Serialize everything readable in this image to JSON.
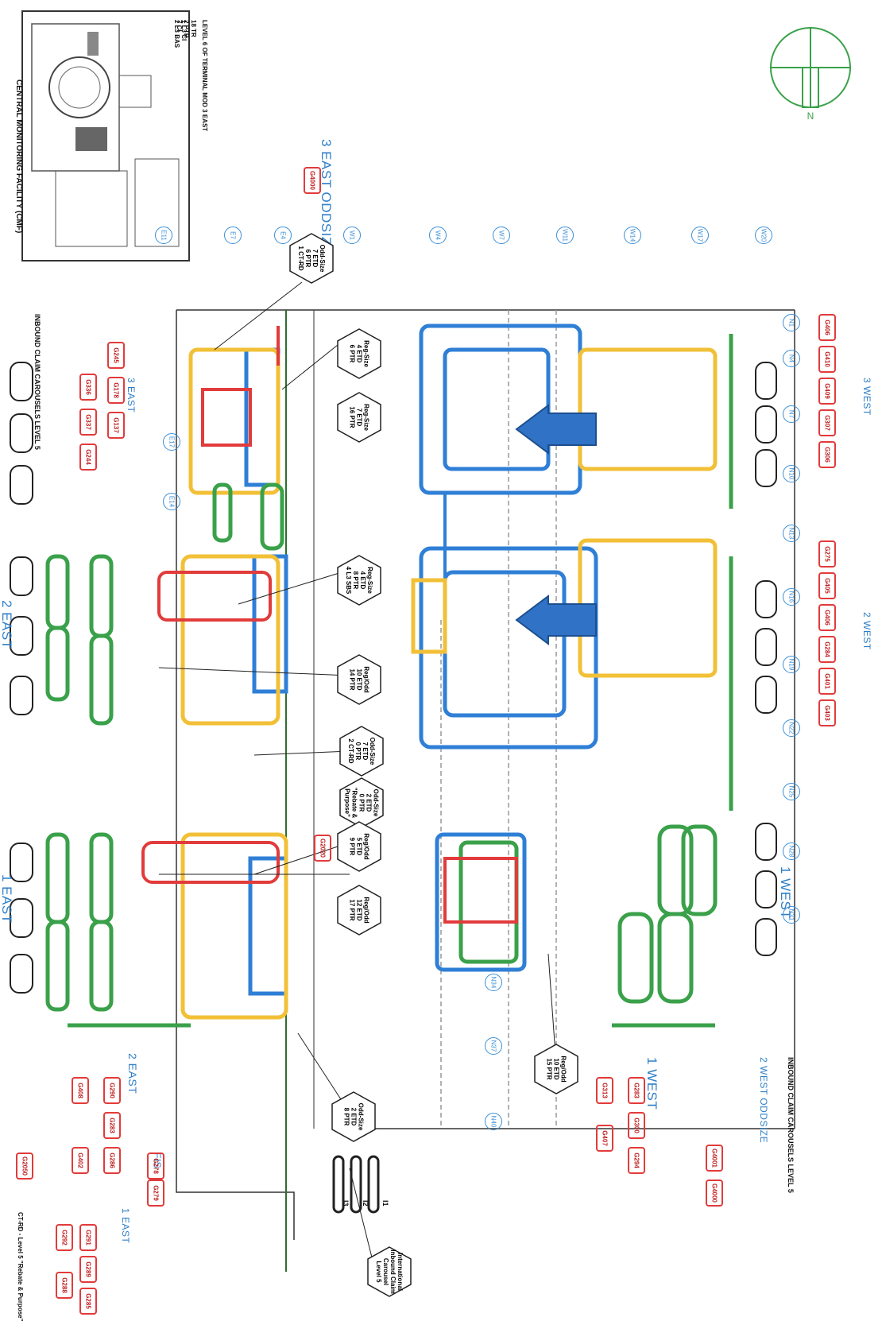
{
  "inset": {
    "caption": "CENTRAL MONITORING FACILITY (CMF)",
    "level_note": "LEVEL 6 OF TERMINAL MOD 3 EAST",
    "counts_right": "18 TR\n2 PTR\n7 CI",
    "counts_left": "1 L3 CI\n2 L3 BAS"
  },
  "headers": {
    "east3_oddsize": "3 EAST ODDSIZE",
    "west2_oddsize": "2 WEST ODDSIZE",
    "east3": "3 EAST",
    "east2": "2 EAST",
    "east1": "1 EAST",
    "west1": "1 WEST",
    "west1_b": "1 WEST",
    "west2": "2 WEST",
    "west3": "3 WEST",
    "fis": "FIS",
    "east1_b": "1 EAST",
    "east2_b": "2 EAST",
    "inbound_left": "INBOUND CLAIM CAROUSELS LEVEL 5",
    "inbound_right": "INBOUND CLAIM CAROUSELS LEVEL 5",
    "ct_rd": "CT-RD - Level 5 \"Rebate & Purpose\""
  },
  "grid_labels": [
    "E11",
    "E7",
    "E4",
    "W1",
    "W4",
    "W7",
    "W11",
    "W14",
    "W17",
    "W20"
  ],
  "grid_top": [
    "N1",
    "N4",
    "N7",
    "N10",
    "N13",
    "N16",
    "N19",
    "N22",
    "N25",
    "N28",
    "N31",
    "N34",
    "N37",
    "N40"
  ],
  "grid_bottom": [
    "E17",
    "E14"
  ],
  "hexagons": [
    {
      "text": "Odd-Size\n7 ETD\n6 PTR\n1 CT-RD"
    },
    {
      "text": "Reg-Size\n4 ETD\n6 PTR"
    },
    {
      "text": "Reg-Size\n7 ETD\n16 PTR"
    },
    {
      "text": "Reg-Size\n4 ETD\n8 PTR\n4 L3 SBS"
    },
    {
      "text": "Reg/Odd\n10 ETD\n14 PTR"
    },
    {
      "text": "Odd-Size\n7 ETD\n0 PTR\n2 CT-RD"
    },
    {
      "text": "Odd-Size\n2 ETD\n0 PTR\n\"Rebate &\nPurpose\""
    },
    {
      "text": "Reg/Odd\n5 ETD\n9 PTR"
    },
    {
      "text": "Reg/Odd\n12 ETD\n17 PTR"
    },
    {
      "text": "Reg/Odd\n10 ETD\n15 PTR"
    },
    {
      "text": "Odd-Size\n2 ETD\n8 PTR"
    },
    {
      "text": "International\nInbound Claim\nCarousel\nLevel 5"
    }
  ],
  "tags": {
    "west3_row": [
      "G406",
      "G410",
      "G409",
      "G307",
      "G306"
    ],
    "west3_row_b": [
      "G275",
      "G405",
      "G406",
      "G284",
      "G401",
      "G403"
    ],
    "east3_top": [
      "G245",
      "G178",
      "G137"
    ],
    "east3_bottom": [
      "G336",
      "G337",
      "G244"
    ],
    "west1_top": [
      "G283",
      "G300",
      "G294"
    ],
    "west1_bottom": [
      "G313",
      "G407"
    ],
    "east2_top": [
      "G290",
      "G283",
      "G286"
    ],
    "east2_bottom": [
      "G408",
      "G402"
    ],
    "east1_top": [
      "G291",
      "G289",
      "G285"
    ],
    "east1_bottom": [
      "G292",
      "G288"
    ],
    "fis_pair": [
      "G278",
      "G279"
    ],
    "oddsize_west": [
      "G4001",
      "G4000"
    ],
    "oddsize_east": [
      "G4000"
    ],
    "misc_mid": [
      "G2020"
    ],
    "ct_rd": [
      "G2050"
    ]
  },
  "carousels": [
    "I1",
    "I2",
    "I3"
  ],
  "colors": {
    "blue": "#2f7fd6",
    "yellow": "#f2c037",
    "green": "#3aa14a",
    "red": "#e23b3b",
    "compass": "#3aa14a"
  }
}
